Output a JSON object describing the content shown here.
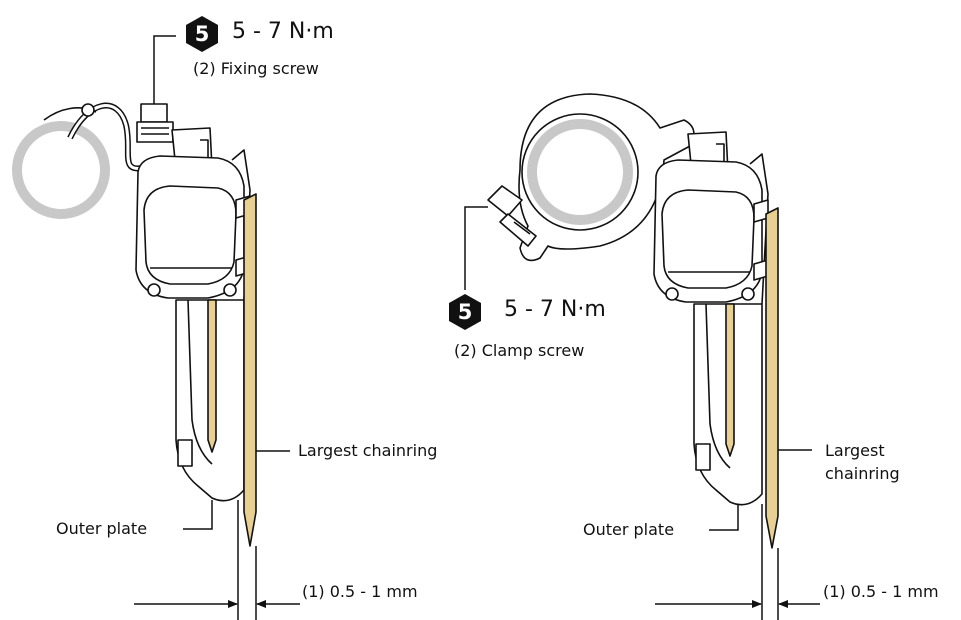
{
  "left": {
    "hex_number": "5",
    "torque": "5 - 7 N·m",
    "screw_label": "(2)  Fixing screw",
    "chainring_label": "Largest chainring",
    "outer_plate_label": "Outer plate",
    "gap_label": "(1) 0.5 - 1 mm"
  },
  "right": {
    "hex_number": "5",
    "torque": "5 - 7 N·m",
    "screw_label": "(2)  Clamp screw",
    "chainring_label_line1": "Largest",
    "chainring_label_line2": "chainring",
    "outer_plate_label": "Outer plate",
    "gap_label": "(1) 0.5 - 1 mm"
  },
  "colors": {
    "chainring": "#e8cf92",
    "tube": "#c8c8c8",
    "hex": "#111111",
    "line": "#111111"
  }
}
